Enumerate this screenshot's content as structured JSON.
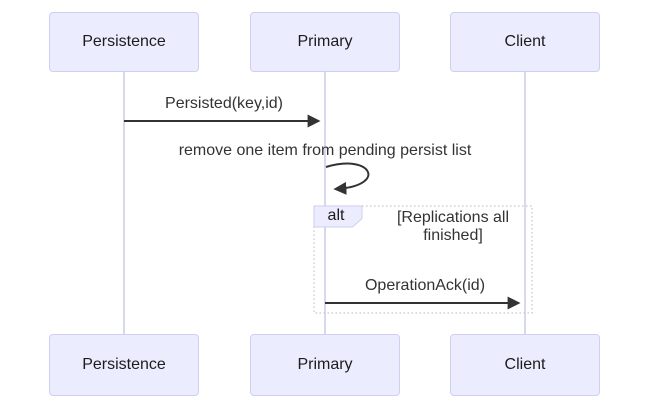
{
  "diagram_type": "sequence-diagram",
  "actors": [
    {
      "id": "persistence",
      "label": "Persistence"
    },
    {
      "id": "primary",
      "label": "Primary"
    },
    {
      "id": "client",
      "label": "Client"
    }
  ],
  "messages": [
    {
      "from": "Persistence",
      "to": "Primary",
      "label": "Persisted(key,id)",
      "type": "solid-arrow"
    },
    {
      "from": "Primary",
      "to": "Primary",
      "label": "remove one item from pending persist list",
      "type": "self-loop"
    },
    {
      "from": "Primary",
      "to": "Client",
      "label": "OperationAck(id)",
      "type": "solid-arrow"
    }
  ],
  "fragment": {
    "operator": "alt",
    "condition": "[Replications all finished]"
  },
  "colors": {
    "background": "#ffffff",
    "actor_fill": "#ececff",
    "actor_border": "#cfcfef",
    "lifeline": "#cbcbe6",
    "arrow": "#333333",
    "text": "#333333",
    "fragment_border": "#c3c3d6"
  }
}
